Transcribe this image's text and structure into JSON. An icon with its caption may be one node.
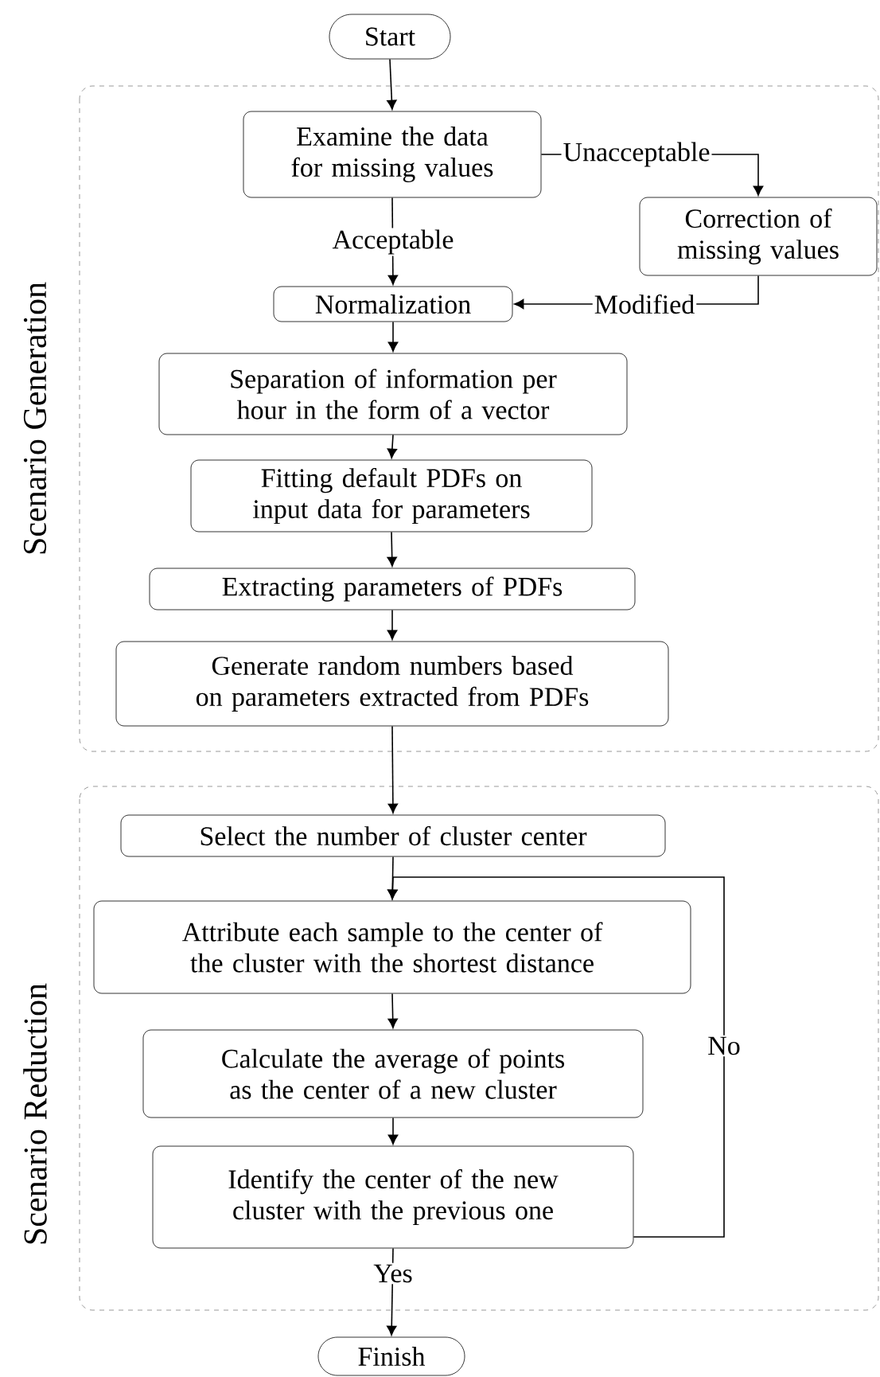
{
  "diagram": {
    "nodes": [
      {
        "text": [
          "Start"
        ]
      },
      {
        "text": [
          "Scenario Generation"
        ]
      },
      {
        "text": [
          "Examine the data for missing values"
        ],
        "in": 1
      },
      {
        "text": [
          "Correction of missing values"
        ],
        "in": 1
      },
      {
        "text": [
          "Normalization"
        ],
        "in": 1
      },
      {
        "text": [
          "Separation of information per hour in the form of a vector"
        ],
        "in": 1
      },
      {
        "text": [
          "Fitting default PDFs on input data for parameters"
        ],
        "in": 1
      },
      {
        "text": [
          "Extracting parameters of PDFs"
        ],
        "in": 1
      },
      {
        "text": [
          "Generate random numbers based on parameters extracted from PDFs"
        ],
        "in": 1
      },
      {
        "text": [
          "Scenario Reduction"
        ]
      },
      {
        "text": [
          "Select the number of cluster center"
        ],
        "in": 9
      },
      {
        "text": [
          "Attribute each sample to the center of the cluster with the shortest distance"
        ],
        "in": 9
      },
      {
        "text": [
          "Calculate the average of points as the center of a new cluster"
        ],
        "in": 9
      },
      {
        "text": [
          "Identify the center of the new cluster with the previous one"
        ],
        "in": 9
      },
      {
        "text": [
          "Finish"
        ]
      }
    ],
    "edges": [
      {
        "from": 0,
        "to": 2,
        "arrow": "to"
      },
      {
        "from": 2,
        "to": 3,
        "arrow": "to",
        "label": "Unacceptable"
      },
      {
        "from": 2,
        "to": 4,
        "arrow": "to",
        "label": "Acceptable"
      },
      {
        "from": 3,
        "to": 4,
        "arrow": "to",
        "label": "Modified"
      },
      {
        "from": 4,
        "to": 5,
        "arrow": "to"
      },
      {
        "from": 5,
        "to": 6,
        "arrow": "to"
      },
      {
        "from": 6,
        "to": 7,
        "arrow": "to"
      },
      {
        "from": 7,
        "to": 8,
        "arrow": "to"
      },
      {
        "from": 8,
        "to": 10,
        "arrow": "to"
      },
      {
        "from": 10,
        "to": 11,
        "arrow": "to"
      },
      {
        "from": 11,
        "to": 12,
        "arrow": "to"
      },
      {
        "from": 12,
        "to": 13,
        "arrow": "to"
      },
      {
        "from": 13,
        "to": 11,
        "arrow": "to",
        "label": "No"
      },
      {
        "from": 13,
        "to": 14,
        "arrow": "to",
        "label": "Yes"
      }
    ]
  }
}
